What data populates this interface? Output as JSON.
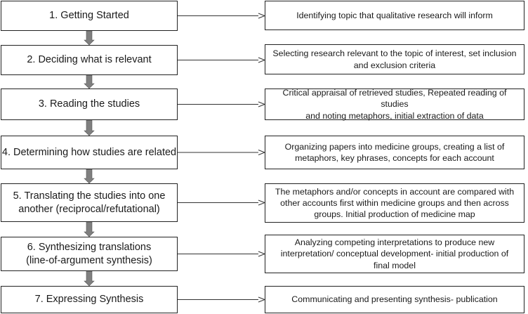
{
  "steps": [
    {
      "label": "1.   Getting Started",
      "description": "Identifying topic that qualitative research will inform"
    },
    {
      "label": "2. Deciding what is relevant",
      "description": "Selecting research relevant to the topic of interest, set inclusion\nand exclusion criteria"
    },
    {
      "label": "3. Reading the studies",
      "description": "Critical appraisal of retrieved studies, Repeated reading of studies\nand noting metaphors, initial extraction of data"
    },
    {
      "label": "4. Determining how studies are related",
      "description": "Organizing papers into medicine groups, creating a list of\nmetaphors, key phrases, concepts for each account"
    },
    {
      "label": "5. Translating the studies into one\nanother (reciprocal/refutational)",
      "description": "The metaphors and/or concepts in account are compared with\nother accounts first within medicine groups and then across\ngroups. Initial production of medicine map"
    },
    {
      "label": "6. Synthesizing translations\n(line-of-argument synthesis)",
      "description": "Analyzing competing interpretations to produce new\ninterpretation/ conceptual development- initial production of\nfinal model"
    },
    {
      "label": "7. Expressing Synthesis",
      "description": "Communicating and presenting synthesis- publication"
    }
  ],
  "colors": {
    "border": "#222222",
    "down_arrow": "#7f7f7f",
    "down_arrow_edge": "#555555",
    "connector": "#333333"
  }
}
